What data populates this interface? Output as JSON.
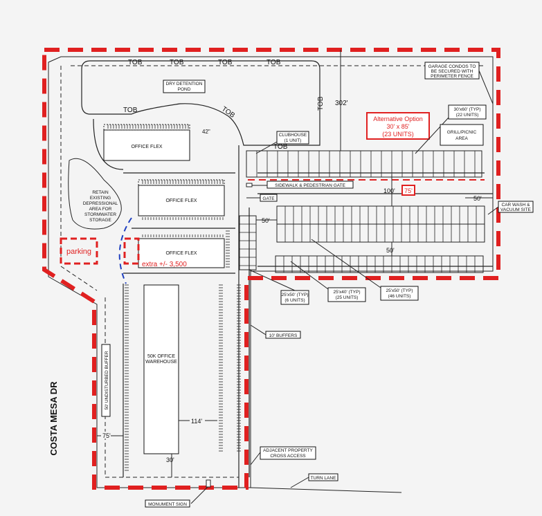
{
  "road": {
    "name": "COSTA MESA DR"
  },
  "labels": {
    "tob": "TOB",
    "dry_pond": [
      "DRY DETENTION",
      "POND"
    ],
    "dim_42": "42\"",
    "dim_302": "302'",
    "clubhouse": [
      "CLUBHOUSE",
      "(1 UNIT)"
    ],
    "alt_option": [
      "Alternative Option",
      "30' x 85'",
      "(23 UNITS)"
    ],
    "garage_condos": [
      "GARAGE CONDOS TO",
      "BE SECURED WITH",
      "PERIMETER FENCE"
    ],
    "units_30x60": [
      "30'x60' (TYP)",
      "(22 UNITS)"
    ],
    "grill": [
      "GRILL/PICNIC",
      "AREA"
    ],
    "sidewalk_gate": "SIDEWALK & PEDESTRIAN GATE",
    "gate": "GATE",
    "dim_100": "100'",
    "dim_75_red": "75'",
    "dim_50_a": "50'",
    "dim_50_b": "50'",
    "dim_50_c": "50'",
    "car_wash": [
      "CAR WASH &",
      "VACUUM SITE"
    ],
    "office_flex": "OFFICE FLEX",
    "retain_depr": [
      "RETAIN",
      "EXISTING",
      "DEPRESSIONAL",
      "AREA FOR",
      "STORMWATER",
      "STORAGE"
    ],
    "parking": "parking",
    "extra": "extra +/- 3,500",
    "units_25x50_6": [
      "25'x50' (TYP)",
      "(6 UNITS)"
    ],
    "units_25x40": [
      "25'x40' (TYP)",
      "(25 UNITS)"
    ],
    "units_25x50_46": [
      "25'x50' (TYP)",
      "(46 UNITS)"
    ],
    "buffers_10": "10' BUFFERS",
    "warehouse": [
      "50K OFFICE",
      "WAREHOUSE"
    ],
    "undisturbed": "50' UNDISTURBED BUFFER",
    "dim_75": "75'",
    "dim_114": "114'",
    "dim_30": "30'",
    "adjacent": [
      "ADJACENT PROPERTY",
      "CROSS ACCESS"
    ],
    "turn_lane": "TURN LANE",
    "monument": "MONUMENT SIGN"
  },
  "colors": {
    "boundary": "#e02020",
    "line": "#111111",
    "dashed_blue": "#1f3fbf",
    "paper": "#f4f4f4"
  }
}
